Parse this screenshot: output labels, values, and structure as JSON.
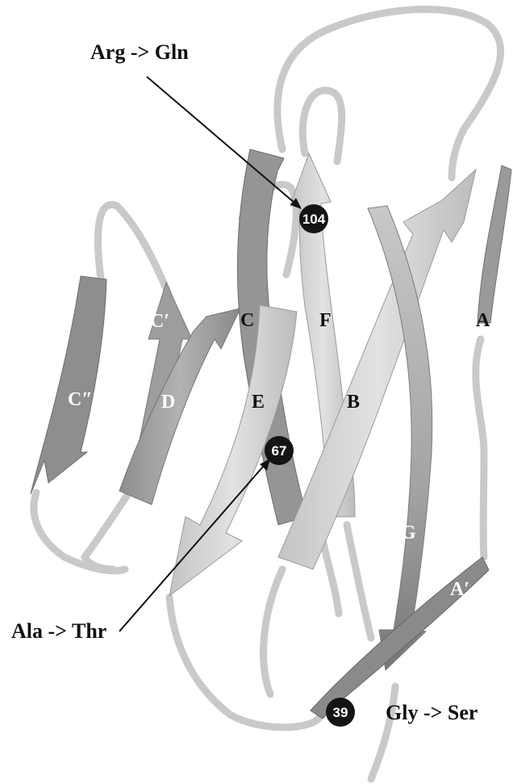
{
  "mutations": [
    {
      "id": "mut-104",
      "residue": "104",
      "label": "Arg -> Gln"
    },
    {
      "id": "mut-67",
      "residue": "67",
      "label": "Ala -> Thr"
    },
    {
      "id": "mut-39",
      "residue": "39",
      "label": "Gly -> Ser"
    }
  ],
  "strands": [
    "A",
    "A′",
    "B",
    "C",
    "C′",
    "C″",
    "D",
    "E",
    "F",
    "G"
  ],
  "colors": {
    "light_strand": "#d3d3d3",
    "mid_strand": "#a9a9a9",
    "dark_strand": "#8c8c8c",
    "loop": "#dcdcdc",
    "marker": "#141414"
  }
}
